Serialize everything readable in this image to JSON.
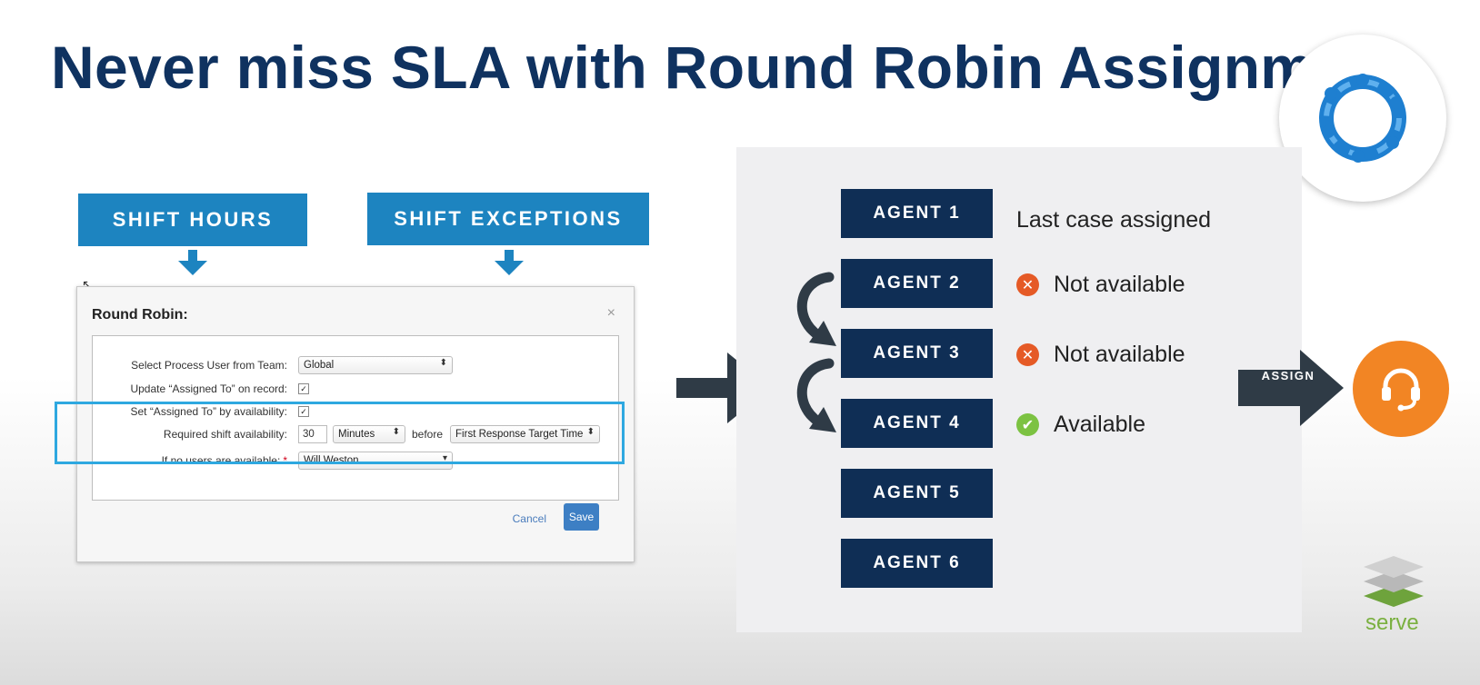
{
  "slide": {
    "title": "Never miss SLA with Round Robin Assignment"
  },
  "tags": {
    "shift_hours": "SHIFT HOURS",
    "shift_exceptions": "SHIFT EXCEPTIONS"
  },
  "dialog": {
    "title": "Round Robin:",
    "close_glyph": "×",
    "rows": {
      "process_user_label": "Select Process User from Team:",
      "process_user_value": "Global",
      "update_assigned_label": "Update “Assigned To” on record:",
      "set_assigned_label": "Set “Assigned To” by availability:",
      "shift_avail_label": "Required shift availability:",
      "shift_avail_value": "30",
      "shift_avail_unit": "Minutes",
      "before_text": "before",
      "target_time": "First Response Target Time",
      "no_users_label": "If no users are available:",
      "no_users_required": "*",
      "no_users_value": "Will Weston"
    },
    "checkbox_glyph": "✓",
    "cancel_label": "Cancel",
    "save_label": "Save"
  },
  "agents": [
    {
      "label": "AGENT 1"
    },
    {
      "label": "AGENT 2"
    },
    {
      "label": "AGENT 3"
    },
    {
      "label": "AGENT 4"
    },
    {
      "label": "AGENT 5"
    },
    {
      "label": "AGENT 6"
    }
  ],
  "statuses": {
    "last_case": "Last case assigned",
    "agent2": "Not available",
    "agent3": "Not available",
    "agent4": "Available"
  },
  "assign_label": "ASSIGN",
  "brand": {
    "serve_text": "serve"
  },
  "colors": {
    "title": "#0f3260",
    "tag": "#1d84c0",
    "agent": "#0f2e55",
    "unavailable": "#e55a26",
    "available": "#7cc242",
    "headset": "#f28524",
    "highlight": "#2ea8e0",
    "arrow": "#2f3b46"
  },
  "icons": {
    "unavailable": "x-circle-icon",
    "available": "check-circle-icon",
    "headset": "headset-icon",
    "rotation": "curved-arrow-icon",
    "logo": "circle-people-logo-icon",
    "layers": "layers-icon"
  }
}
